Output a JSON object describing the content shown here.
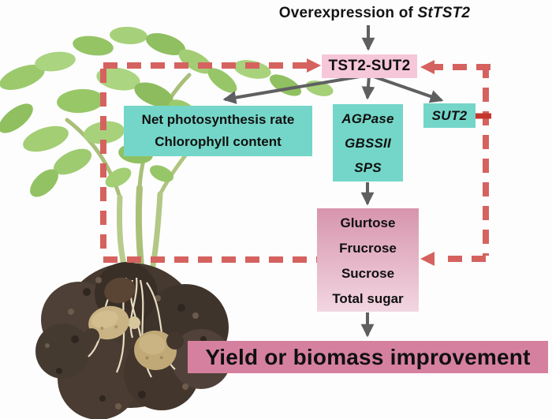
{
  "title": {
    "prefix": "Overexpression of ",
    "gene": "StTST2"
  },
  "nodes": {
    "tst2_sut2": {
      "label": "TST2-SUT2"
    },
    "photosynthesis": {
      "lines": [
        "Net photosynthesis rate",
        "Chlorophyll content"
      ]
    },
    "starch_enzymes": {
      "lines": [
        "AGPase",
        "GBSSII",
        "SPS"
      ]
    },
    "sut2": {
      "label": "SUT2"
    },
    "sugars": {
      "lines": [
        "Glurtose",
        "Frucrose",
        "Sucrose",
        "Total sugar"
      ]
    },
    "outcome": {
      "label": "Yield or biomass improvement"
    }
  },
  "colors": {
    "background": "#fdfdfd",
    "teal": "#74d6c8",
    "pink_node": "#f6c7d8",
    "sugars_top": "#d795ad",
    "sugars_bottom": "#f2d6e1",
    "banner": "#d6809f",
    "dash_red": "#d5625f",
    "solid_red": "#c4372c",
    "arrow_gray": "#5e5f61"
  }
}
